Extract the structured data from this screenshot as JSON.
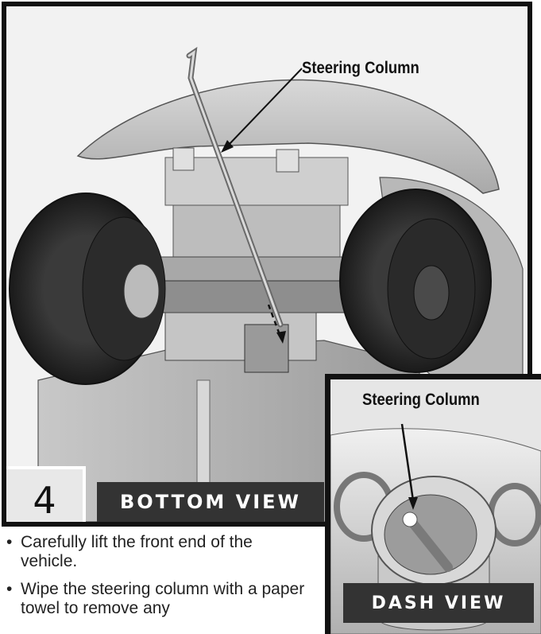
{
  "main_view": {
    "callout": "Steering Column",
    "step_number": "4",
    "view_label": "BOTTOM VIEW"
  },
  "dash_view": {
    "callout": "Steering Column",
    "view_label": "DASH VIEW"
  },
  "instructions": [
    {
      "bullet": "•",
      "text": "Carefully lift the front end of the vehicle."
    },
    {
      "bullet": "•",
      "text": "Wipe the steering column with a paper towel to remove any"
    }
  ]
}
